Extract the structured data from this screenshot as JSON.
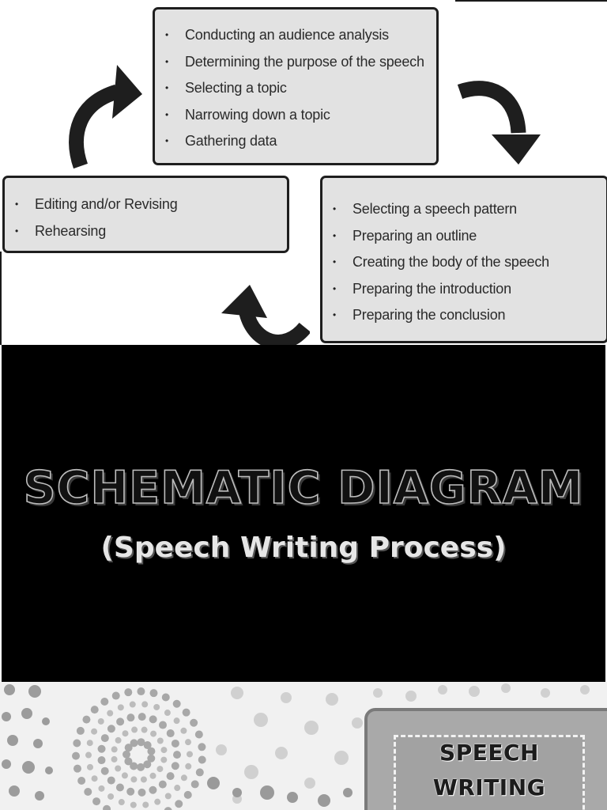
{
  "diagram": {
    "stage_top": [
      "Conducting an audience analysis",
      "Determining the purpose of the speech",
      "Selecting a topic",
      "Narrowing down a topic",
      "Gathering data"
    ],
    "stage_right": [
      "Selecting a speech pattern",
      "Preparing an outline",
      "Creating the body of the speech",
      "Preparing the introduction",
      "Preparing the conclusion"
    ],
    "stage_left": [
      "Editing and/or Revising",
      "Rehearsing"
    ],
    "bullet": "•",
    "arrow_icons": [
      "curved-arrow-icon",
      "curved-arrow-icon",
      "curved-arrow-icon"
    ]
  },
  "title": {
    "main": "SCHEMATIC DIAGRAM",
    "sub": "(Speech Writing Process)"
  },
  "badge": {
    "line1": "SPEECH",
    "line2": "WRITING"
  },
  "colors": {
    "box_fill": "#e2e2e2",
    "box_border": "#1e1e1e",
    "title_band": "#000000",
    "dots": "#9e9e9e",
    "badge_fill": "#a9a9a9"
  }
}
